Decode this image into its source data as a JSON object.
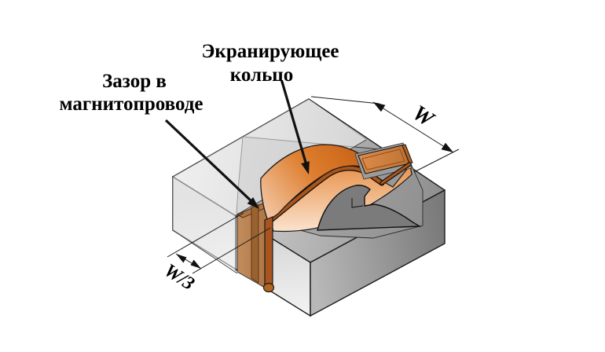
{
  "figure": {
    "kind": "isometric-technical-illustration",
    "subject": "inductor-core-with-shielding-ring"
  },
  "labels": {
    "shield_ring": {
      "line1": "Экранирующее",
      "line2": "кольцо"
    },
    "core_gap": {
      "line1": "Зазор в",
      "line2": "магнитопроводе"
    }
  },
  "dimensions": {
    "width_label": "W",
    "gap_offset_label": "W/3"
  },
  "colors": {
    "background": "#FFFFFF",
    "outline": "#1A1A1A",
    "core_top": "#C2C2C2",
    "core_front_left": "#E2E2E2",
    "core_front_right": "#8F8F8F",
    "pocket_floor": "#A3A3A3",
    "dome_grey": "#7B7B7B",
    "copper_deep": "#C55E12",
    "copper_mid": "#E8944E",
    "copper_light": "#FAE1CC",
    "copper_edge_dark": "#A85520",
    "copper_strip_tan": "#C08A5A"
  }
}
